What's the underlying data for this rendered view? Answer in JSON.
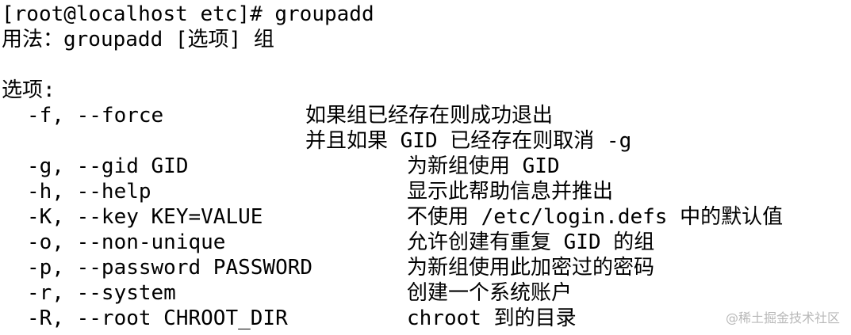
{
  "terminal": {
    "prompt_line": "[root@localhost etc]# groupadd",
    "usage_line": "用法：groupadd [选项] 组",
    "options_header": "选项:",
    "options": [
      {
        "flag": "-f, --force",
        "desc": "如果组已经存在则成功退出"
      },
      {
        "flag": "",
        "desc": "并且如果 GID 已经存在则取消 -g"
      },
      {
        "flag": "-g, --gid GID",
        "desc": "为新组使用 GID"
      },
      {
        "flag": "-h, --help",
        "desc": "显示此帮助信息并推出"
      },
      {
        "flag": "-K, --key KEY=VALUE",
        "desc": "不使用 /etc/login.defs 中的默认值"
      },
      {
        "flag": "-o, --non-unique",
        "desc": "允许创建有重复 GID 的组"
      },
      {
        "flag": "-p, --password PASSWORD",
        "desc": "为新组使用此加密过的密码"
      },
      {
        "flag": "-r, --system",
        "desc": "创建一个系统账户"
      },
      {
        "flag": "-R, --root CHROOT_DIR",
        "desc": "chroot 到的目录"
      }
    ]
  },
  "watermark": {
    "text": "@稀土掘金技术社区"
  }
}
